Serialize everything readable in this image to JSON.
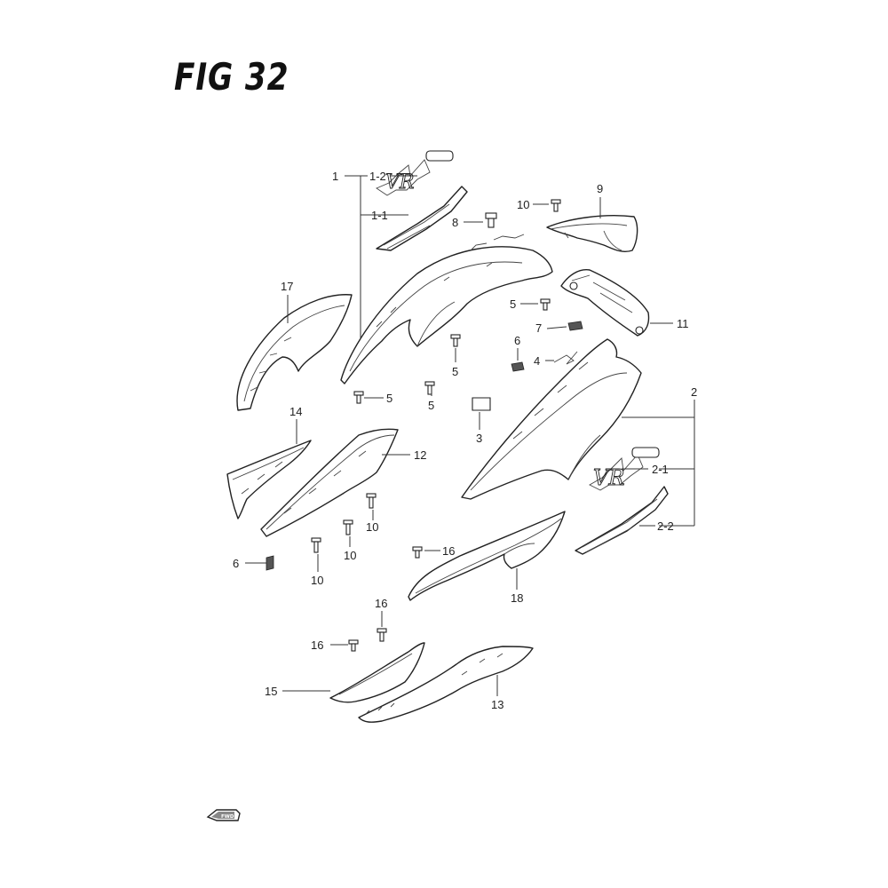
{
  "figure": {
    "title": "FIG 32"
  },
  "labels": {
    "c1": "1",
    "c1_2": "1-2",
    "c1_1": "1-1",
    "c10a": "10",
    "c9": "9",
    "c8": "8",
    "c17": "17",
    "c5a": "5",
    "c11": "11",
    "c7": "7",
    "c6a": "6",
    "c4": "4",
    "c5b": "5",
    "c5c": "5",
    "c5d": "5",
    "c2": "2",
    "c3": "3",
    "c14": "14",
    "c12": "12",
    "c2_1": "2-1",
    "c10b": "10",
    "c10c": "10",
    "c2_2": "2-2",
    "c6b": "6",
    "c10d": "10",
    "c16a": "16",
    "c18": "18",
    "c16b": "16",
    "c16c": "16",
    "c15": "15",
    "c13": "13"
  },
  "icons": {
    "front_arrow": "fwd-arrow-icon"
  }
}
